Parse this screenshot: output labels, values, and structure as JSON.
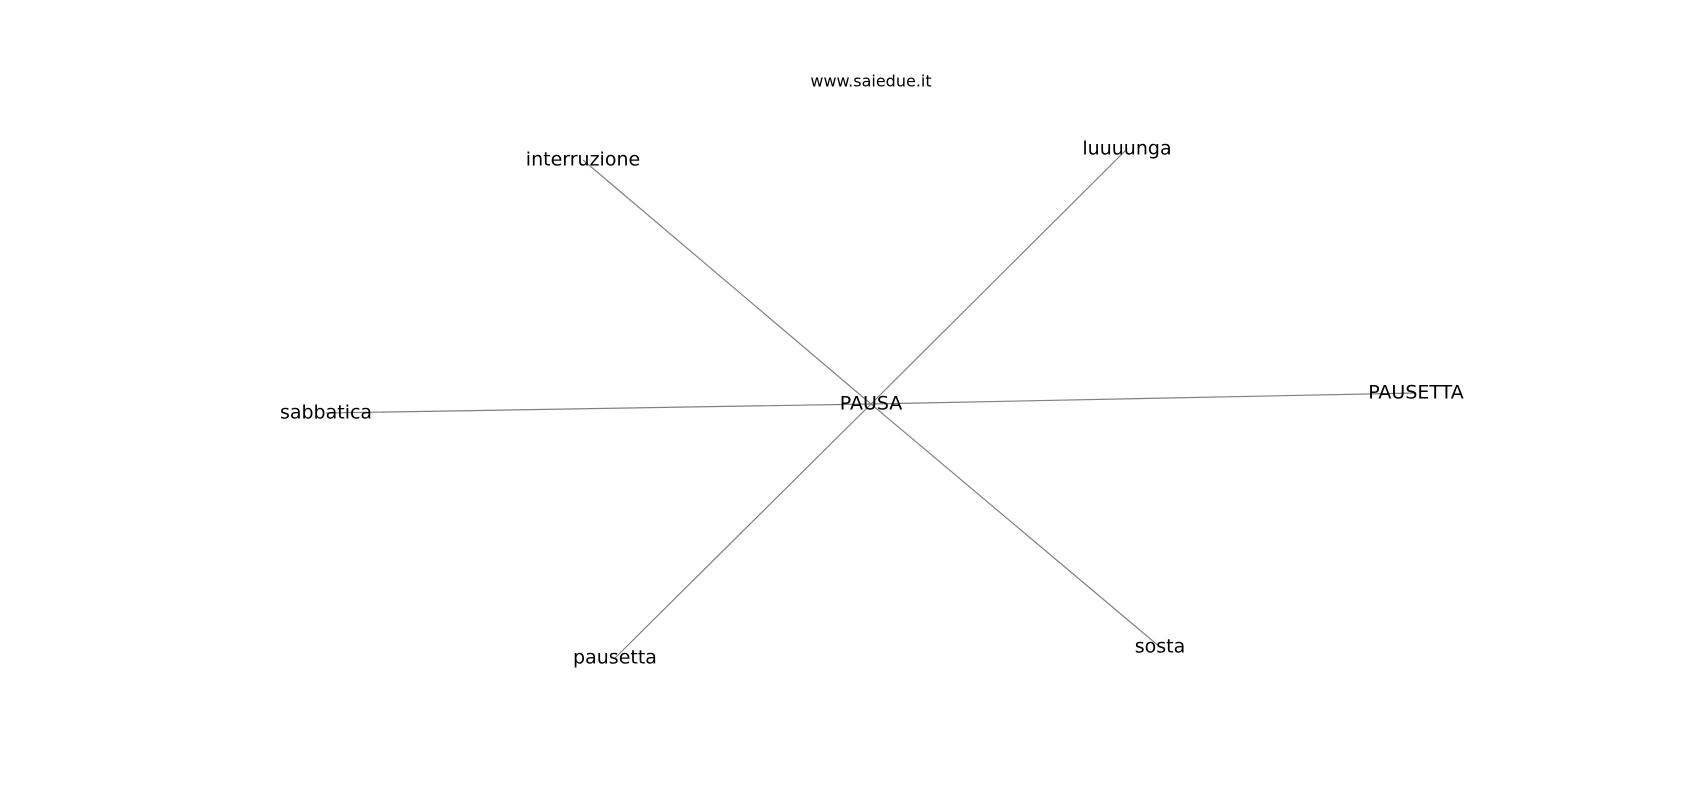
{
  "site": "www.saiedue.it",
  "center": {
    "id": "pausa",
    "label": "PAUSA"
  },
  "nodes": [
    {
      "id": "interruzione",
      "label": "interruzione"
    },
    {
      "id": "luuuunga",
      "label": "luuuunga"
    },
    {
      "id": "sabbatica",
      "label": "sabbatica"
    },
    {
      "id": "pausetta-upper",
      "label": "PAUSETTA"
    },
    {
      "id": "pausetta",
      "label": "pausetta"
    },
    {
      "id": "sosta",
      "label": "sosta"
    }
  ],
  "colors": {
    "edge": "#808080",
    "text": "#000000",
    "background": "#ffffff"
  }
}
